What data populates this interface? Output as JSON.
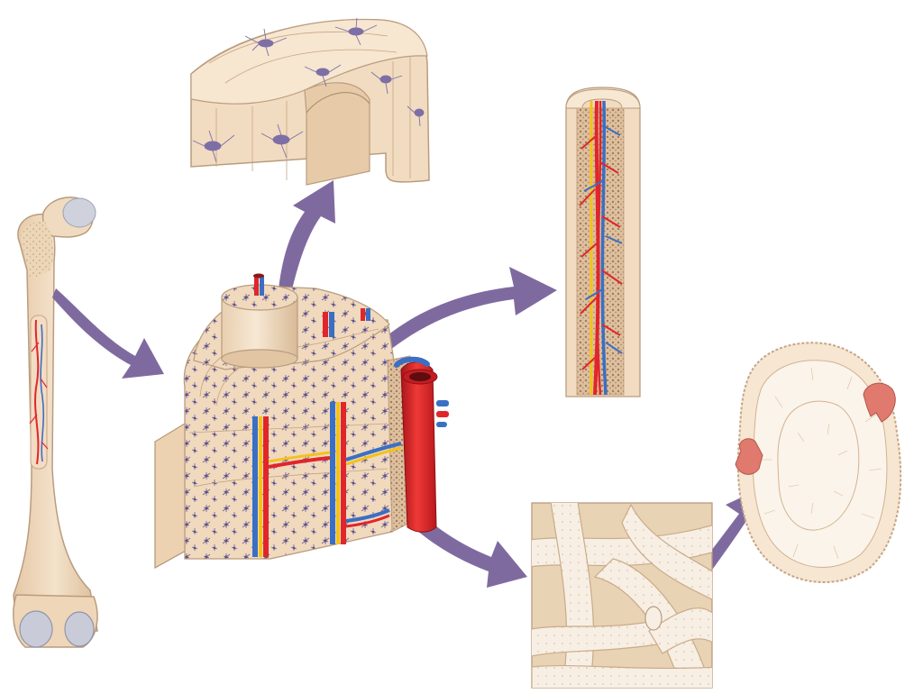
{
  "colors": {
    "background": "#ffffff",
    "bone": "#f2dcc2",
    "bone_light": "#f8ead9",
    "bone_shadow": "#e0c3a2",
    "bone_outline": "#b99c7e",
    "cartilage": "#c9ccd8",
    "cell": "#7d6fa6",
    "cell_light": "#b3aad0",
    "artery": "#e0262b",
    "vein": "#3a6fc4",
    "nerve": "#f2c21a",
    "arrow": "#7f6aa0",
    "marrow": "#c7a583",
    "osteoclast": "#e07a6e",
    "spongy_strut": "#f7efe4",
    "spongy_bg": "#e8d3b4"
  },
  "icons": [
    "femur-illustration",
    "compact-bone-block",
    "osteon-cutaway",
    "central-canal-cross-section",
    "spongy-bone-trabeculae",
    "trabecula-cross-section"
  ]
}
